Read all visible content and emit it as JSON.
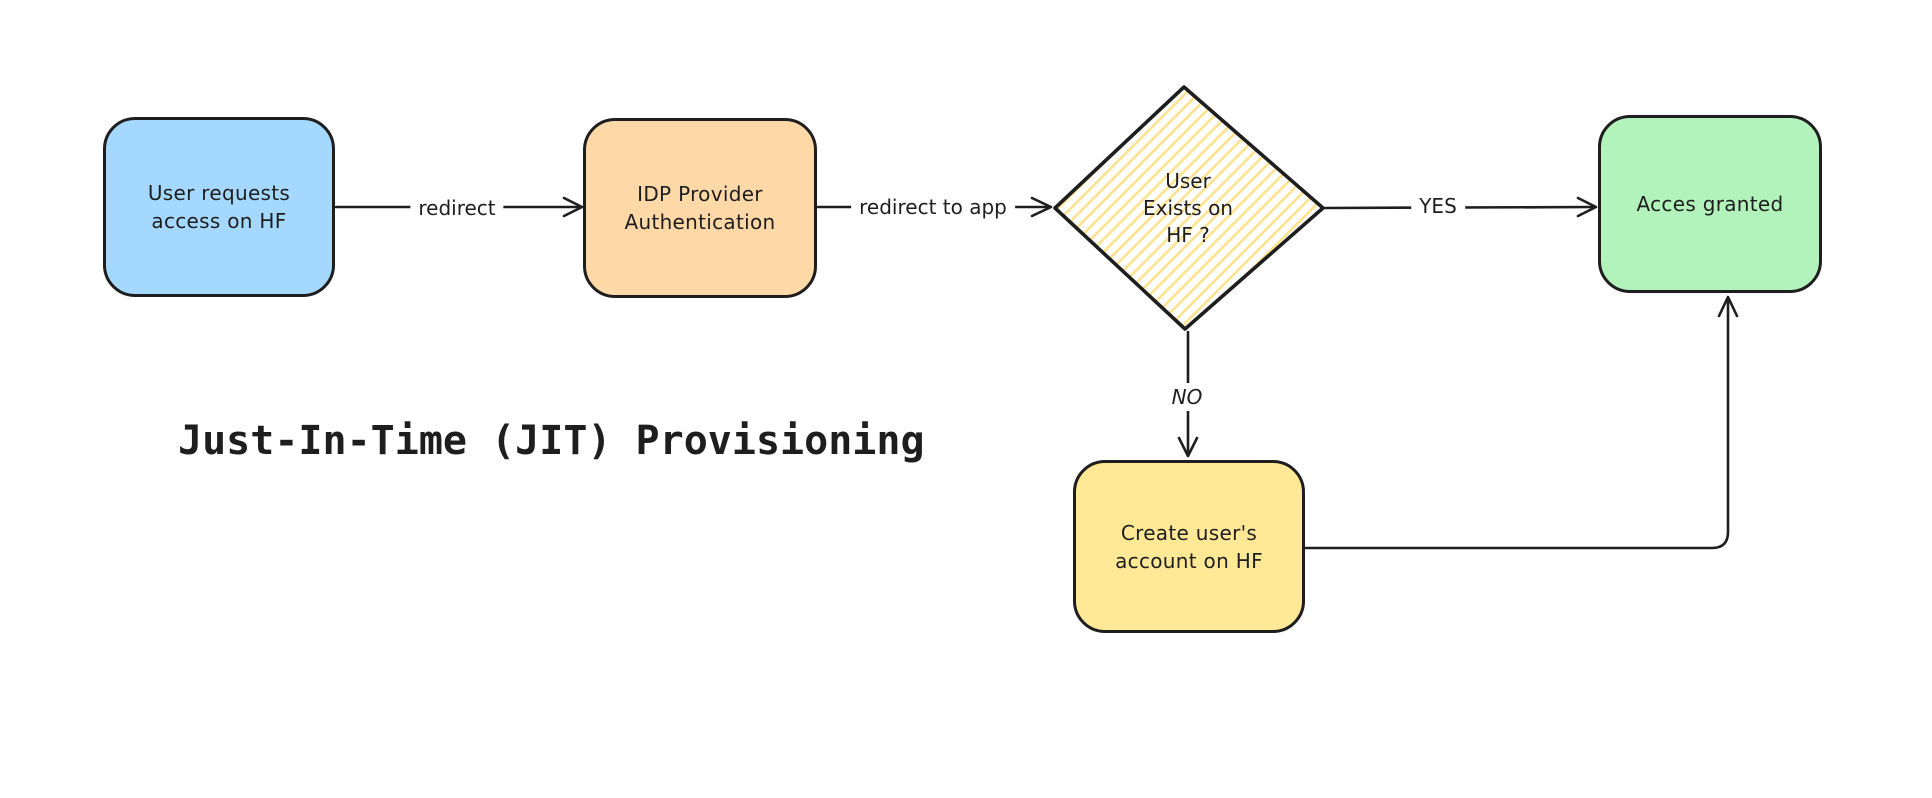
{
  "title": "Just-In-Time (JIT) Provisioning",
  "background": "#ffffff",
  "stroke_color": "#1e1e1e",
  "nodes": [
    {
      "id": "user-request",
      "shape": "rounded-rect",
      "fill": "#a5d8ff",
      "lines": [
        "User requests",
        "access on HF"
      ]
    },
    {
      "id": "idp-auth",
      "shape": "rounded-rect",
      "fill": "#ffd8a8",
      "lines": [
        "IDP Provider",
        "Authentication"
      ]
    },
    {
      "id": "user-exists",
      "shape": "diamond",
      "fill_style": "hachure",
      "hatch_color": "#ffe18a",
      "lines": [
        "User",
        "Exists on",
        "HF ?"
      ]
    },
    {
      "id": "access-granted",
      "shape": "rounded-rect",
      "fill": "#b2f2bb",
      "lines": [
        "Acces granted"
      ]
    },
    {
      "id": "create-account",
      "shape": "rounded-rect",
      "fill": "#ffe896",
      "lines": [
        "Create user's",
        "account on HF"
      ]
    }
  ],
  "edges": [
    {
      "id": "edge-redirect",
      "from": "user-request",
      "to": "idp-auth",
      "label": "redirect"
    },
    {
      "id": "edge-redirect-to-app",
      "from": "idp-auth",
      "to": "user-exists",
      "label": "redirect to app"
    },
    {
      "id": "edge-yes",
      "from": "user-exists",
      "to": "access-granted",
      "label": "YES"
    },
    {
      "id": "edge-no",
      "from": "user-exists",
      "to": "create-account",
      "label": "NO"
    },
    {
      "id": "edge-created-granted",
      "from": "create-account",
      "to": "access-granted",
      "label": ""
    }
  ]
}
